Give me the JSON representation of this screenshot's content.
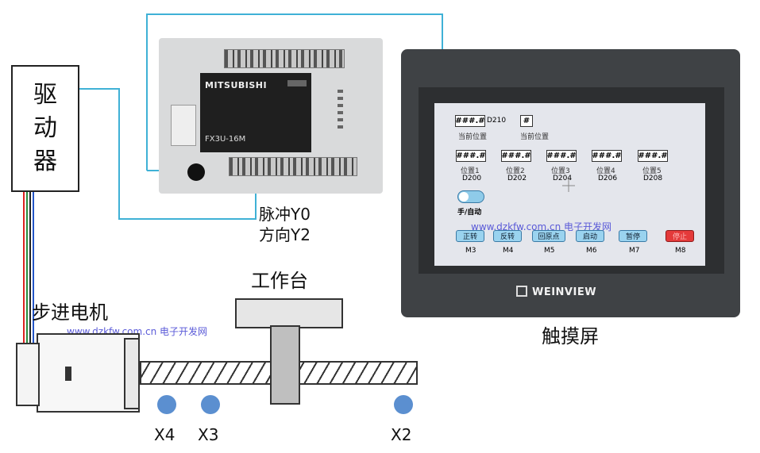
{
  "driver": {
    "chars": [
      "驱",
      "动",
      "器"
    ]
  },
  "plc": {
    "brand": "MITSUBISHI",
    "model": "FX3U-16M"
  },
  "plc_outputs": {
    "pulse": "脉冲Y0",
    "direction": "方向Y2"
  },
  "hmi": {
    "label": "触摸屏",
    "logo": "WEINVIEW",
    "screen": {
      "top_field_1": {
        "value": "###.#",
        "register": "D210",
        "caption": "当前位置"
      },
      "top_field_2": {
        "value": "#",
        "caption": "当前位置"
      },
      "positions": [
        {
          "value": "###.#",
          "caption": "位置1",
          "register": "D200"
        },
        {
          "value": "###.#",
          "caption": "位置2",
          "register": "D202"
        },
        {
          "value": "###.#",
          "caption": "位置3",
          "register": "D204"
        },
        {
          "value": "###.#",
          "caption": "位置4",
          "register": "D206"
        },
        {
          "value": "###.#",
          "caption": "位置5",
          "register": "D208"
        }
      ],
      "mode_label": "手/自动",
      "watermark": "www.dzkfw.com.cn 电子开发网",
      "buttons": [
        {
          "label": "正转",
          "relay": "M3"
        },
        {
          "label": "反转",
          "relay": "M4"
        },
        {
          "label": "回原点",
          "relay": "M5"
        },
        {
          "label": "启动",
          "relay": "M6"
        },
        {
          "label": "暂停",
          "relay": "M7"
        },
        {
          "label": "停止",
          "relay": "M8"
        }
      ]
    }
  },
  "stepper_label": "步进电机",
  "watermark": "www.dzkfw.com.cn 电子开发网",
  "worktable_label": "工作台",
  "sensors": [
    {
      "label": "X4"
    },
    {
      "label": "X3"
    },
    {
      "label": "X2"
    }
  ],
  "colors": {
    "wire": "#3fb1d6",
    "sensor": "#5b8fd0",
    "stop_button": "#e43a3a",
    "hmi_button": "#9ad3ef"
  }
}
